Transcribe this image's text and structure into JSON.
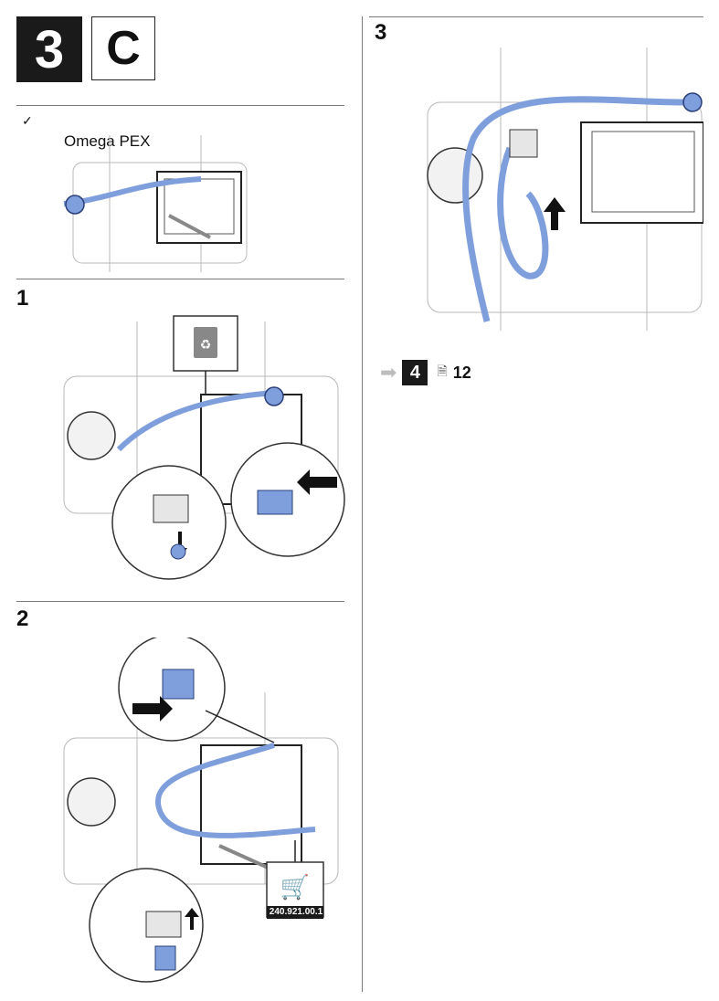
{
  "header": {
    "step_number": "3",
    "variant_letter": "C"
  },
  "intro": {
    "check_mark": "✓",
    "variant_label": "Omega PEX"
  },
  "steps": [
    {
      "number": "1"
    },
    {
      "number": "2",
      "article_number": "240.921.00.1"
    },
    {
      "number": "3"
    }
  ],
  "next_ref": {
    "step": "4",
    "page": "12"
  },
  "colors": {
    "hose_blue": "#7f9fdc",
    "dark": "#1a1a1a",
    "line_gray": "#8a8a8a"
  }
}
